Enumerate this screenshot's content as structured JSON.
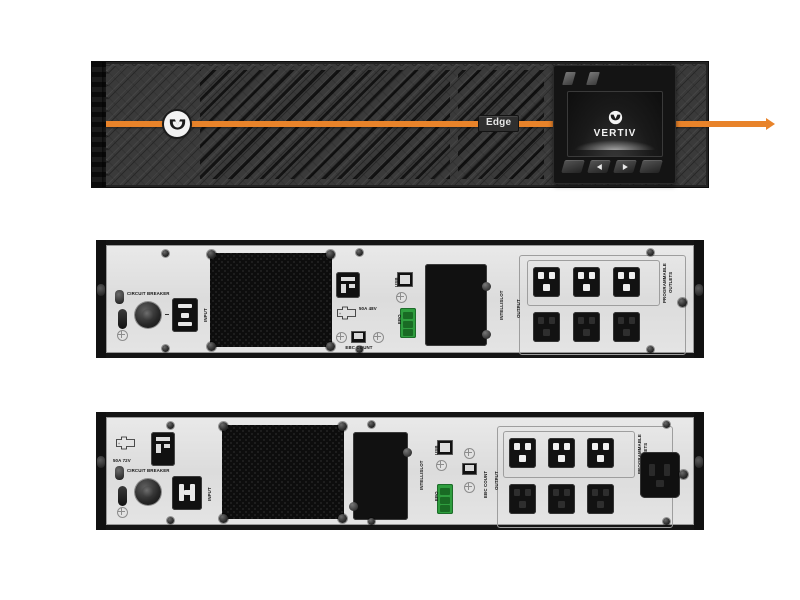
{
  "product": {
    "brand": "VERTIV",
    "model_name": "Edge",
    "views": [
      "front",
      "rear-2u-c14",
      "rear-2u-c20"
    ]
  },
  "front_panel": {
    "nameplate": "Edge",
    "badge_icon": "vertiv-logo-icon",
    "display": {
      "logo_icon": "vertiv-logo-icon",
      "brand_text": "VERTIV",
      "buttons": [
        {
          "name": "escape-button",
          "glyph": ""
        },
        {
          "name": "left-arrow-button",
          "glyph": "left"
        },
        {
          "name": "right-arrow-button",
          "glyph": "right"
        },
        {
          "name": "enter-button",
          "glyph": ""
        }
      ],
      "leds": [
        {
          "name": "status-led-1"
        },
        {
          "name": "status-led-2"
        }
      ]
    },
    "stripe_color": "#e8832a"
  },
  "rear_panel_1": {
    "title": "rear-panel-c14-input",
    "circuit_breaker_label": "CIRCUIT BREAKER",
    "input_label": "INPUT",
    "battery_label": "50A 48V",
    "usb_label": "USB",
    "epo_label": "EPO",
    "ebc_count_label": "EBC COUNT",
    "intellislot_label": "INTELLISLOT",
    "output_label": "OUTPUT",
    "programmable_label_line1": "PROGRAMMABLE",
    "programmable_label_line2": "OUTLETS",
    "outlet_count_c13": 6,
    "outlet_count_c19": 0,
    "input_connector": "IEC C14",
    "programmable_outlets": 3
  },
  "rear_panel_2": {
    "title": "rear-panel-c20-input",
    "circuit_breaker_label": "CIRCUIT BREAKER",
    "input_label": "INPUT",
    "battery_label": "50A 72V",
    "usb_label": "USB",
    "epo_label": "EPO",
    "ebc_count_label": "EBC COUNT",
    "intellislot_label": "INTELLISLOT",
    "output_label": "OUTPUT",
    "programmable_label_line1": "PROGRAMMABLE",
    "programmable_label_line2": "OUTLETS",
    "outlet_count_c13": 6,
    "outlet_count_c19": 1,
    "input_connector": "IEC C20",
    "programmable_outlets": 3
  },
  "colors": {
    "background": "#ffffff",
    "accent_orange": "#e8832a",
    "chassis_dark": "#232323",
    "panel_light": "#e4e4e4",
    "epo_green": "#2f9e3f"
  }
}
